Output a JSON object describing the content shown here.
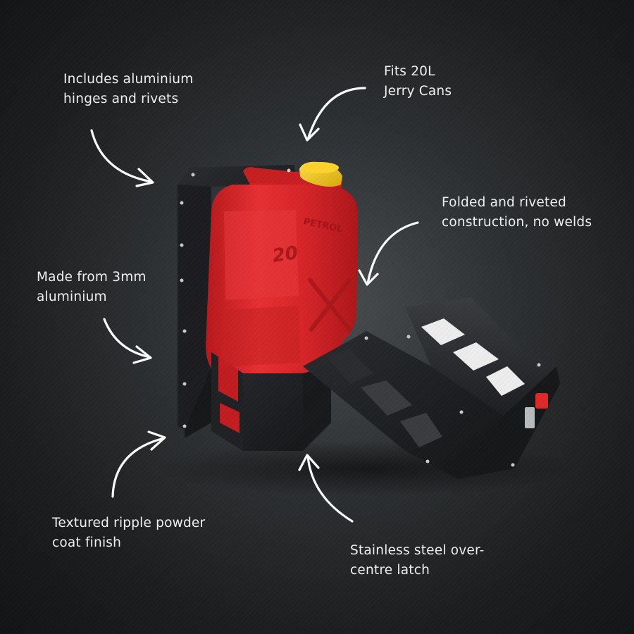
{
  "callouts": {
    "hinges": {
      "line1": "Includes aluminium",
      "line2": "hinges and rivets"
    },
    "fits": {
      "line1": "Fits 20L",
      "line2": "Jerry Cans"
    },
    "folded": {
      "line1": "Folded and riveted",
      "line2": "construction, no welds"
    },
    "material": {
      "line1": "Made from 3mm",
      "line2": "aluminium"
    },
    "finish": {
      "line1": "Textured ripple powder",
      "line2": "coat finish"
    },
    "latch": {
      "line1": "Stainless steel over-",
      "line2": "centre latch"
    }
  },
  "jerry_can_embossing": {
    "brand": "PETROL",
    "size": "20"
  },
  "colors": {
    "background": "#2e3133",
    "text": "#f2f2f2",
    "arrow": "#ffffff",
    "can_red": "#e0282a",
    "cap_yellow": "#f2c418",
    "bracket_black": "#1a1b1d"
  }
}
